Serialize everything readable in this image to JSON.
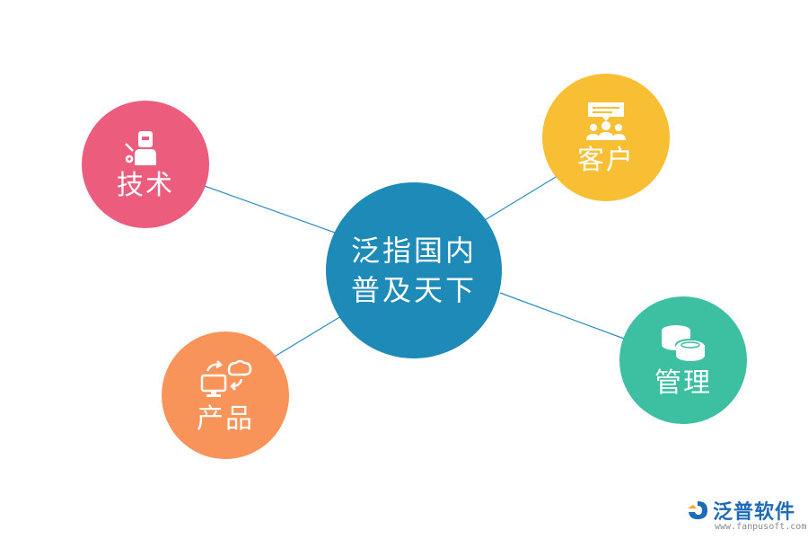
{
  "center": {
    "line1": "泛指国内",
    "line2": "普及天下",
    "color": "#1E8AB8"
  },
  "nodes": {
    "tech": {
      "label": "技术",
      "color": "#EB5C7D",
      "icon": "welder-icon"
    },
    "customer": {
      "label": "客户",
      "color": "#F9BF34",
      "icon": "customer-group-icon"
    },
    "management": {
      "label": "管理",
      "color": "#3DBFA2",
      "icon": "coins-icon"
    },
    "product": {
      "label": "产品",
      "color": "#F8935A",
      "icon": "computer-cloud-sync-icon"
    }
  },
  "connector_color": "#2A8CC0",
  "logo": {
    "name": "泛普软件",
    "url": "www.fanpusoft.com"
  }
}
